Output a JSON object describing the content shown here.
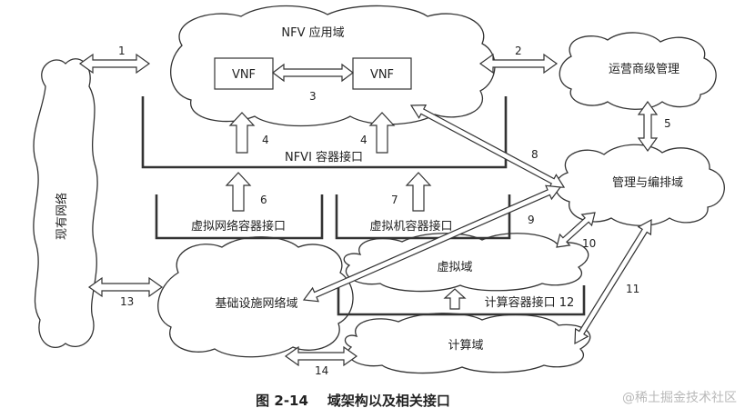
{
  "nodes": {
    "nfv_app_domain": "NFV 应用域",
    "vnf_left": "VNF",
    "vnf_right": "VNF",
    "existing_network": "现有网络",
    "operator_mgmt": "运营商级管理",
    "mano_domain": "管理与编排域",
    "nfvi_container_if": "NFVI 容器接口",
    "virtual_net_container_if": "虚拟网络容器接口",
    "virtual_machine_container_if": "虚拟机容器接口",
    "virtual_domain": "虚拟域",
    "compute_container_if": "计算容器接口 12",
    "infra_network_domain": "基础设施网络域",
    "compute_domain": "计算域"
  },
  "interfaces": {
    "n1": "1",
    "n2": "2",
    "n3": "3",
    "n4a": "4",
    "n4b": "4",
    "n5": "5",
    "n6": "6",
    "n7": "7",
    "n8": "8",
    "n9": "9",
    "n10": "10",
    "n11": "11",
    "n13": "13",
    "n14": "14"
  },
  "caption": "图 2-14    域架构以及相关接口",
  "watermark": "@稀土掘金技术社区"
}
